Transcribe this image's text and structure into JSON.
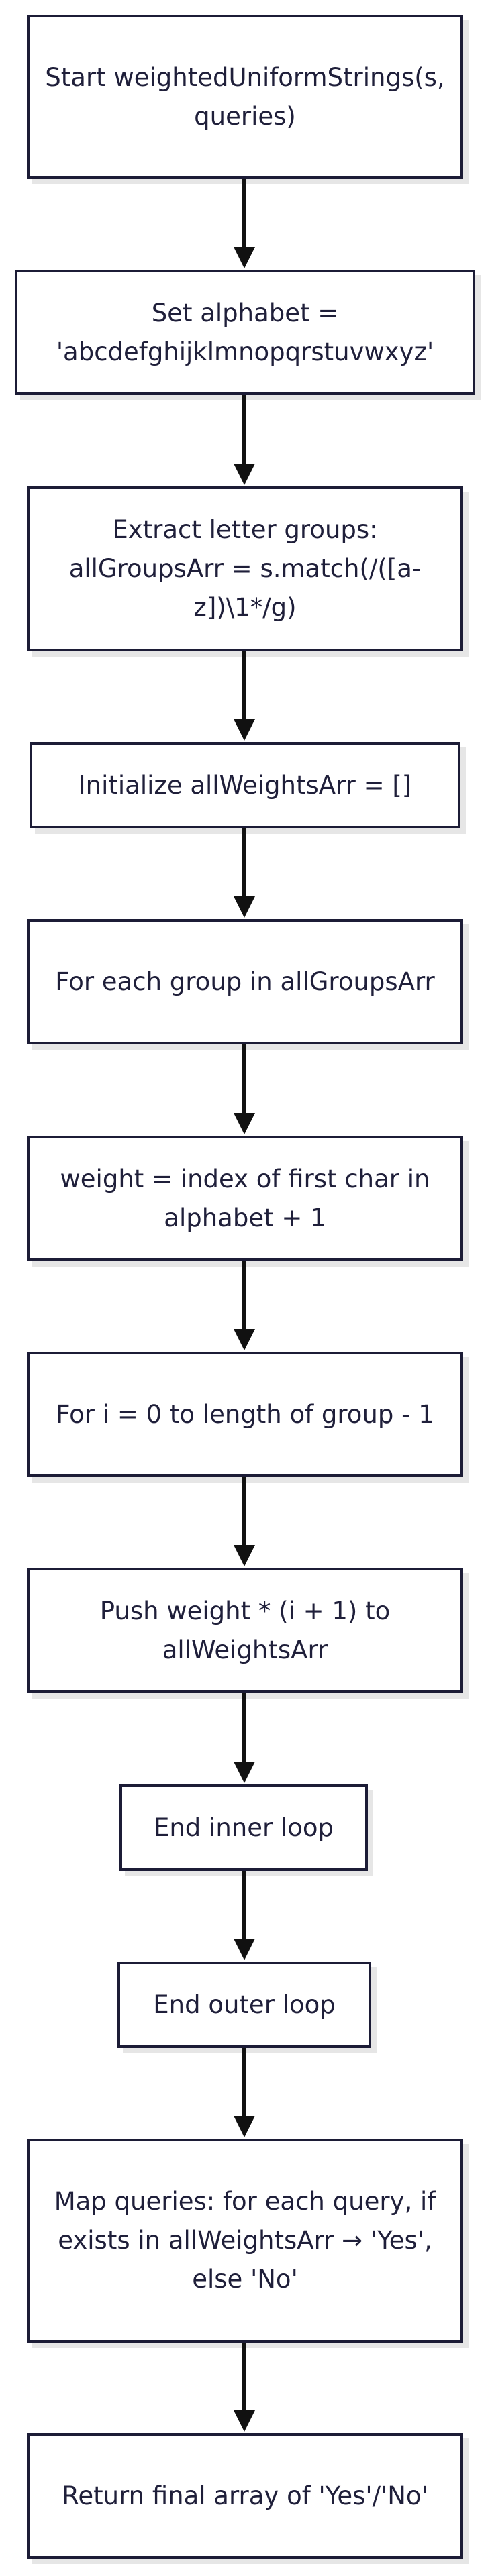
{
  "nodes": [
    {
      "id": "start",
      "label": "Start weightedUniformStrings(s, queries)"
    },
    {
      "id": "set-alphabet",
      "label": "Set alphabet = 'abcdefghijklmnopqrstuvwxyz'"
    },
    {
      "id": "extract-groups",
      "label": "Extract letter groups: allGroupsArr = s.match(/([a-z])\\1*/g)"
    },
    {
      "id": "init-weights",
      "label": "Initialize allWeightsArr = []"
    },
    {
      "id": "for-each-group",
      "label": "For each group in allGroupsArr"
    },
    {
      "id": "weight-calc",
      "label": "weight = index of first char in alphabet + 1"
    },
    {
      "id": "for-i-loop",
      "label": "For i = 0 to length of group - 1"
    },
    {
      "id": "push-weight",
      "label": "Push weight * (i + 1) to allWeightsArr"
    },
    {
      "id": "end-inner-loop",
      "label": "End inner loop"
    },
    {
      "id": "end-outer-loop",
      "label": "End outer loop"
    },
    {
      "id": "map-queries",
      "label": "Map queries: for each query, if exists in allWeightsArr → 'Yes', else 'No'"
    },
    {
      "id": "return-result",
      "label": "Return final array of 'Yes'/'No'"
    }
  ],
  "edges": [
    {
      "from": "start",
      "to": "set-alphabet"
    },
    {
      "from": "set-alphabet",
      "to": "extract-groups"
    },
    {
      "from": "extract-groups",
      "to": "init-weights"
    },
    {
      "from": "init-weights",
      "to": "for-each-group"
    },
    {
      "from": "for-each-group",
      "to": "weight-calc"
    },
    {
      "from": "weight-calc",
      "to": "for-i-loop"
    },
    {
      "from": "for-i-loop",
      "to": "push-weight"
    },
    {
      "from": "push-weight",
      "to": "end-inner-loop"
    },
    {
      "from": "end-inner-loop",
      "to": "end-outer-loop"
    },
    {
      "from": "end-outer-loop",
      "to": "map-queries"
    },
    {
      "from": "map-queries",
      "to": "return-result"
    }
  ],
  "colors": {
    "node_border": "#1c1c36",
    "node_fill": "#ffffff",
    "node_shadow": "#e6e6e6",
    "text": "#1f1f3a",
    "connector": "#111111"
  }
}
